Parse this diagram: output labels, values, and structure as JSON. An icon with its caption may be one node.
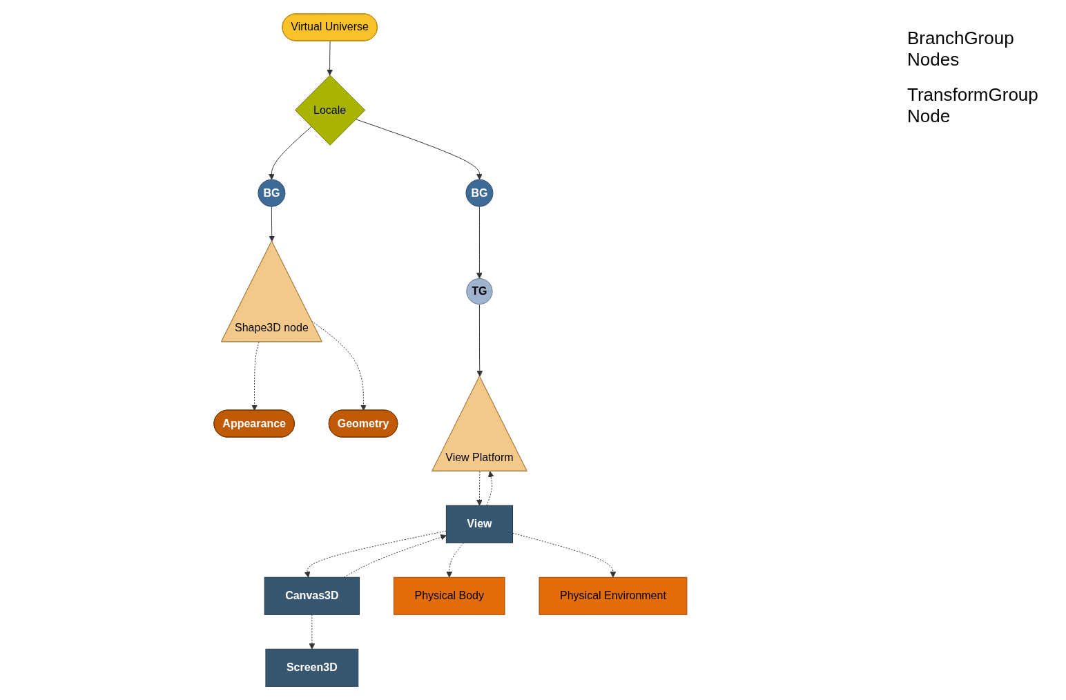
{
  "diagram": {
    "nodes": [
      {
        "text": [
          "Virtual Universe"
        ]
      },
      {
        "text": [
          "Locale"
        ]
      },
      {
        "text": [
          "BG"
        ]
      },
      {
        "text": [
          "BG"
        ]
      },
      {
        "text": [
          "Shape3D node"
        ]
      },
      {
        "text": [
          "Appearance"
        ]
      },
      {
        "text": [
          "Geometry"
        ]
      },
      {
        "text": [
          "TG"
        ]
      },
      {
        "text": [
          "View Platform"
        ]
      },
      {
        "text": [
          "View"
        ]
      },
      {
        "text": [
          "Canvas3D"
        ]
      },
      {
        "text": [
          "Screen3D"
        ]
      },
      {
        "text": [
          "Physical Body"
        ]
      },
      {
        "text": [
          "Physical Environment"
        ]
      }
    ],
    "edges": [
      {
        "from": 0,
        "to": 1,
        "arrow": "to"
      },
      {
        "from": 1,
        "to": 2,
        "arrow": "to"
      },
      {
        "from": 1,
        "to": 3,
        "arrow": "to"
      },
      {
        "from": 2,
        "to": 4,
        "arrow": "to"
      },
      {
        "from": 4,
        "to": 5,
        "arrow": "to",
        "style": "dashed"
      },
      {
        "from": 4,
        "to": 6,
        "arrow": "to",
        "style": "dashed"
      },
      {
        "from": 3,
        "to": 7,
        "arrow": "to"
      },
      {
        "from": 7,
        "to": 8,
        "arrow": "to"
      },
      {
        "from": 9,
        "to": 8,
        "arrow": "to",
        "style": "dashed"
      },
      {
        "from": 8,
        "to": 9,
        "arrow": "to",
        "style": "dashed"
      },
      {
        "from": 9,
        "to": 10,
        "arrow": "to",
        "style": "dashed"
      },
      {
        "from": 10,
        "to": 9,
        "arrow": "to",
        "style": "dashed"
      },
      {
        "from": 10,
        "to": 11,
        "arrow": "to",
        "style": "dashed"
      },
      {
        "from": 9,
        "to": 12,
        "arrow": "to",
        "style": "dashed"
      },
      {
        "from": 9,
        "to": 13,
        "arrow": "to",
        "style": "dashed"
      }
    ],
    "labels": [
      "BranchGroup Nodes",
      "TransformGroup Node"
    ]
  }
}
